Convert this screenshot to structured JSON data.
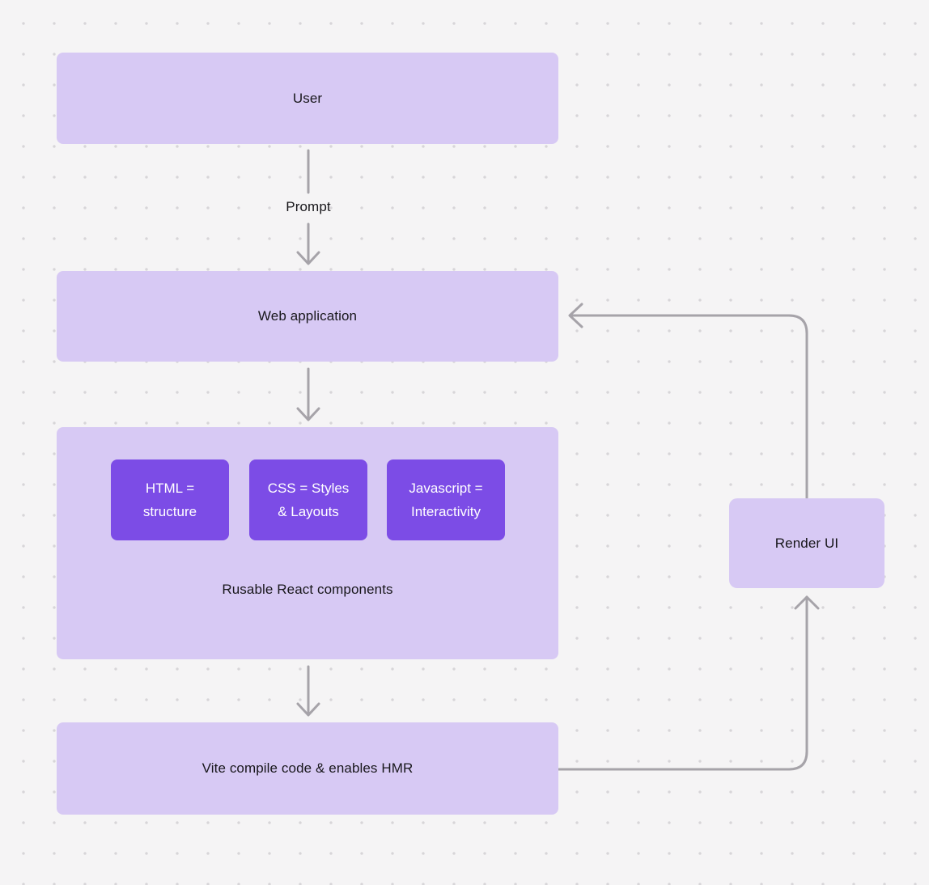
{
  "diagram": {
    "colors": {
      "background": "#f5f4f5",
      "dot": "#d7d5d8",
      "node_fill": "#d7c9f4",
      "accent_fill": "#7c4ce6",
      "arrow": "#a6a3a9",
      "text_dark": "#18171b",
      "text_light": "#ffffff"
    },
    "nodes": {
      "user": {
        "label": "User"
      },
      "web_application": {
        "label": "Web application"
      },
      "components_group": {
        "caption": "Rusable React components"
      },
      "html_box": {
        "line1": "HTML =",
        "line2": "structure"
      },
      "css_box": {
        "line1": "CSS = Styles",
        "line2": "& Layouts"
      },
      "js_box": {
        "line1": "Javascript =",
        "line2": "Interactivity"
      },
      "vite": {
        "label": "Vite compile code & enables HMR"
      },
      "render_ui": {
        "label": "Render UI"
      }
    },
    "edge_labels": {
      "prompt": "Prompt"
    }
  }
}
